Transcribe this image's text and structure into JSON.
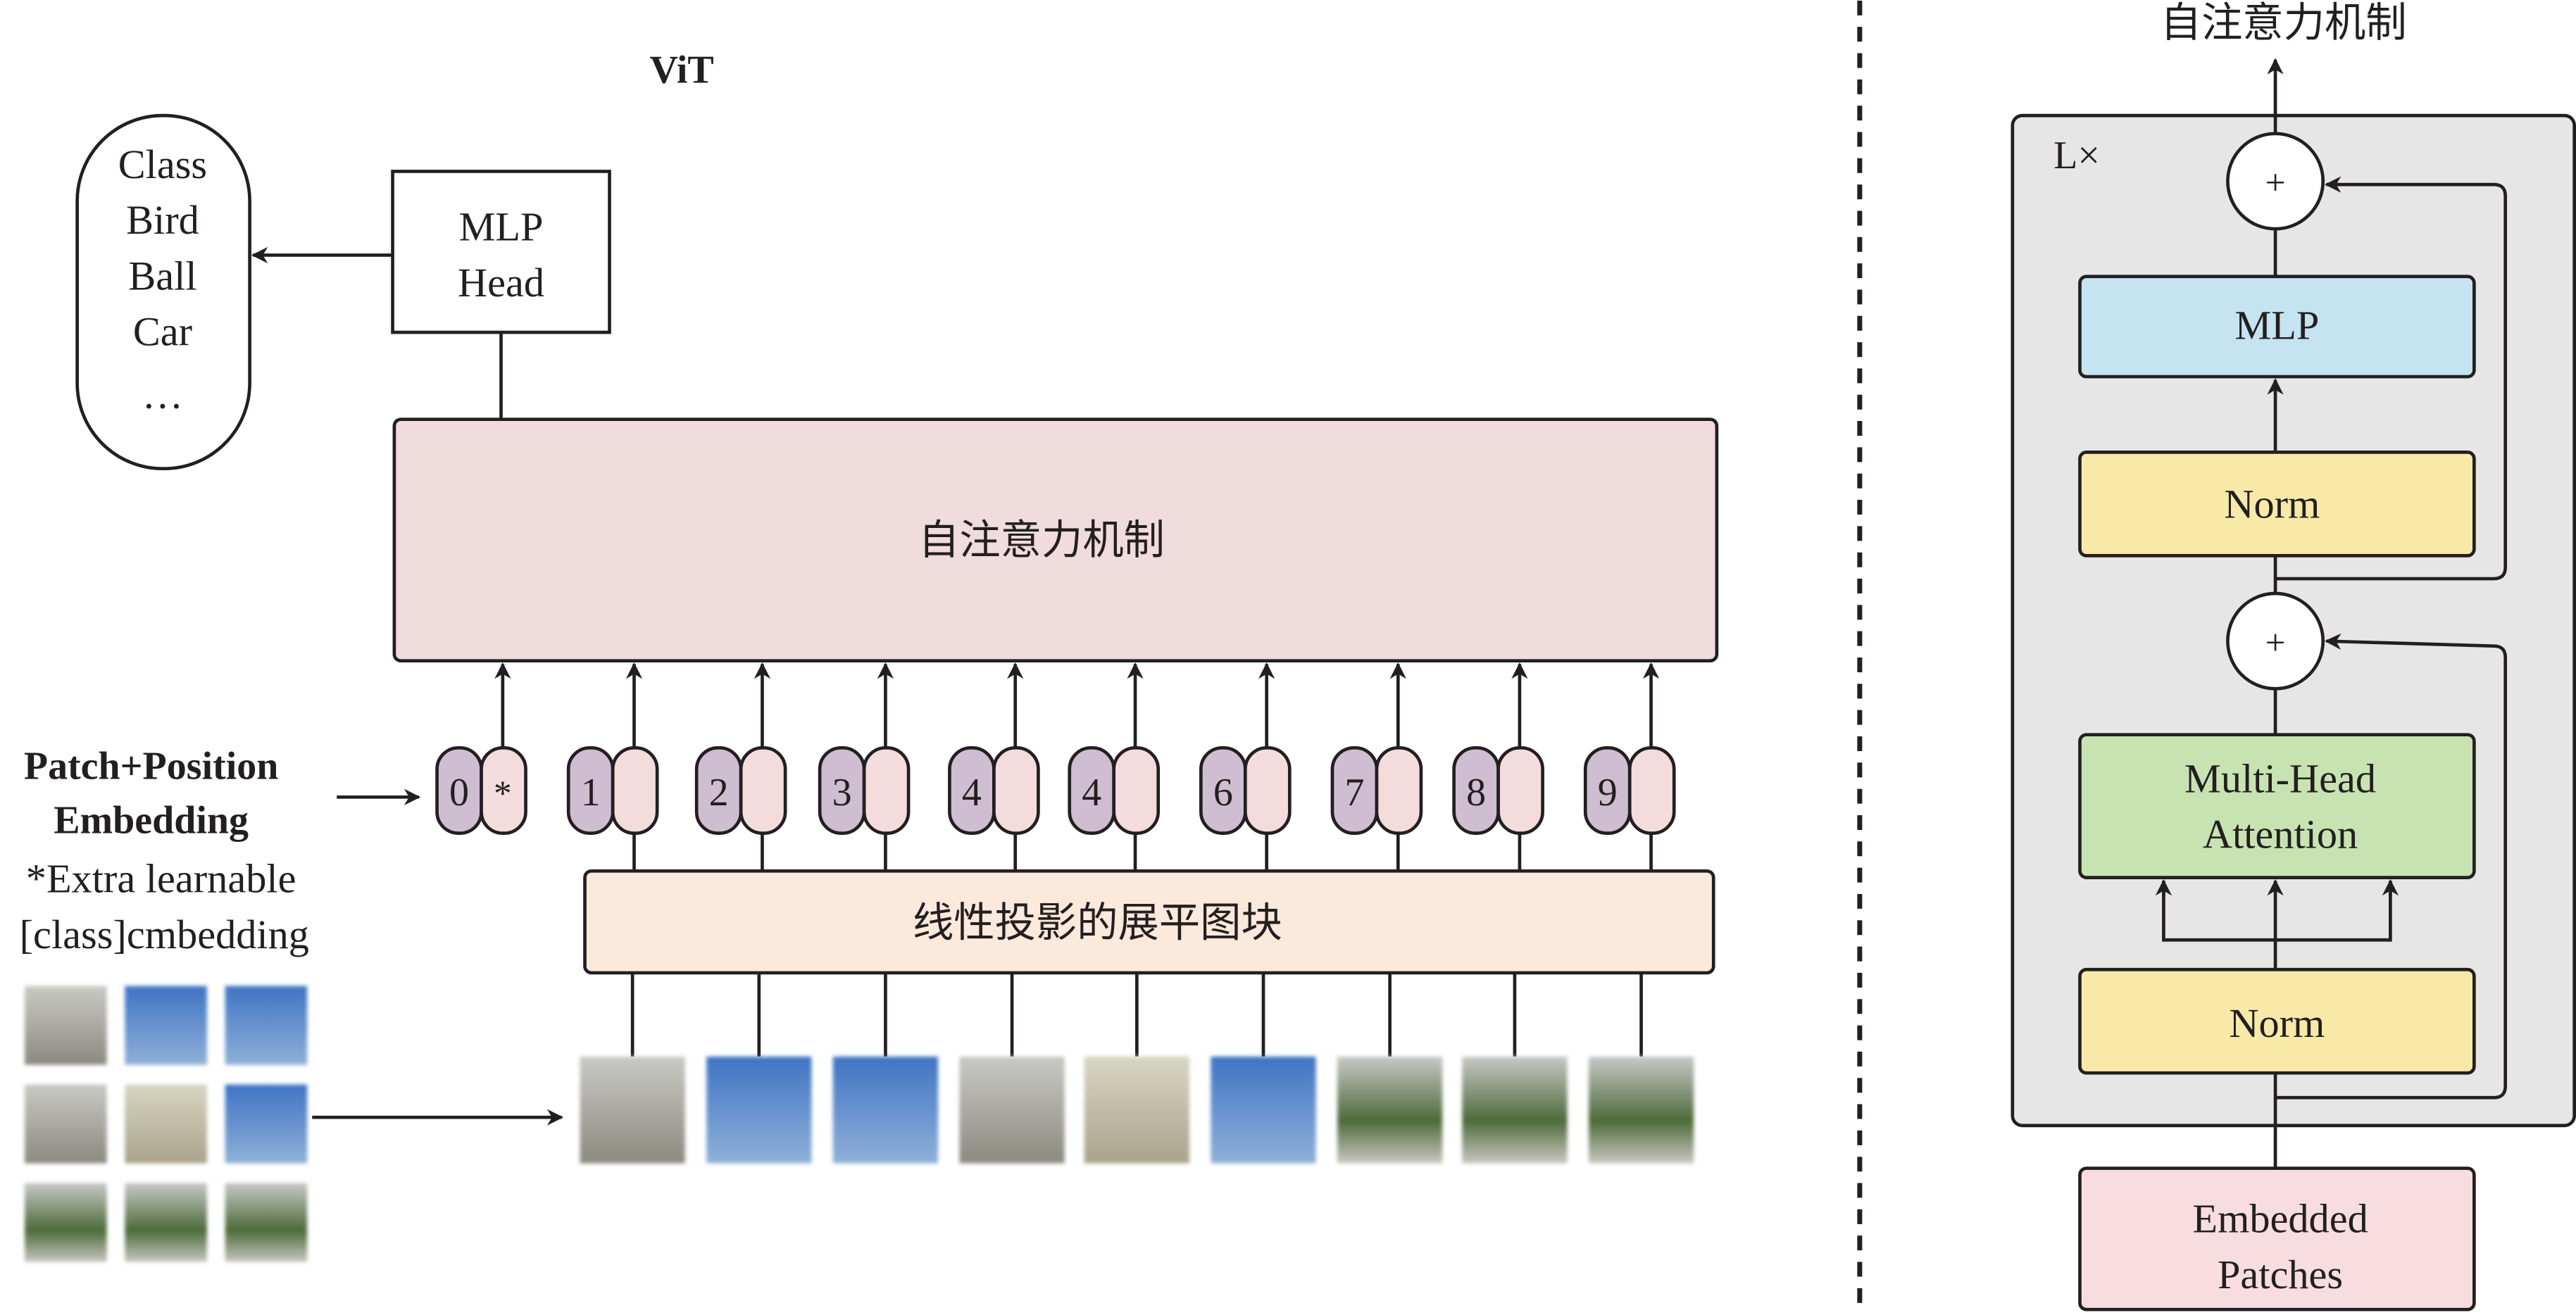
{
  "vit": {
    "title": "ViT",
    "class_box": [
      "Class",
      "Bird",
      "Ball",
      "Car",
      "…"
    ],
    "mlp_head": [
      "MLP",
      "Head"
    ],
    "transformer": "自注意力机制",
    "linear_projection": "线性投影的展平图块",
    "embedding_label": [
      "Patch+Position",
      "Embedding"
    ],
    "embedding_note": [
      "*Extra learnable",
      "[class]cmbedding"
    ],
    "tokens": [
      "0",
      "1",
      "2",
      "3",
      "4",
      "4",
      "6",
      "7",
      "8",
      "9"
    ],
    "class_token_mark": "*"
  },
  "encoder": {
    "output_label": "自注意力机制",
    "repeat": "L×",
    "add_symbol": "+",
    "mlp": "MLP",
    "norm": "Norm",
    "attention": [
      "Multi-Head",
      "Attention"
    ],
    "input": [
      "Embedded",
      "Patches"
    ]
  },
  "colors": {
    "transformer": "#f0dcdc",
    "projection": "#fbe9dc",
    "token_purple": "#cfbdd1",
    "token_pink": "#f5dcdc",
    "encoder_bg": "#e6e6e6",
    "mlp": "#c5e3f0",
    "norm": "#f9e9a9",
    "attention": "#c7e3b2",
    "embedded": "#f8dde0"
  }
}
